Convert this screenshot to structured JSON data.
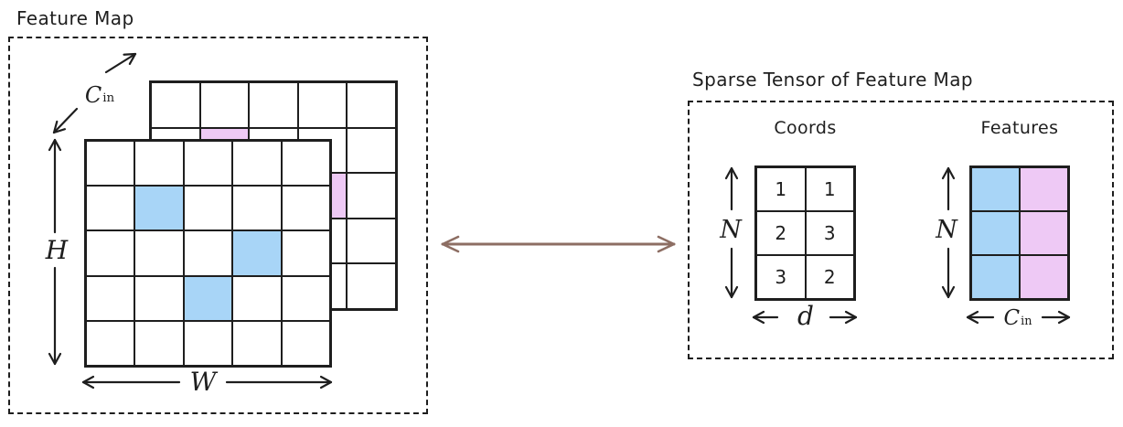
{
  "colors": {
    "ink": "#1e1e1e",
    "blue": "#a8d5f7",
    "pink": "#eec9f5",
    "connector": "#8d6e63"
  },
  "left_panel": {
    "title": "Feature Map",
    "channel_axis": {
      "base": "C",
      "sub": "in"
    },
    "height_axis": "H",
    "width_axis": "W",
    "back_grid": {
      "rows": 5,
      "cols": 5,
      "highlight_color": "pink",
      "highlight_cells": [
        [
          2,
          2
        ],
        [
          3,
          4
        ]
      ]
    },
    "front_grid": {
      "rows": 5,
      "cols": 5,
      "highlight_color": "blue",
      "highlight_cells": [
        [
          2,
          2
        ],
        [
          3,
          4
        ],
        [
          4,
          3
        ]
      ]
    }
  },
  "right_panel": {
    "title": "Sparse Tensor of Feature Map",
    "coords": {
      "title": "Coords",
      "rows": [
        [
          "1",
          "1"
        ],
        [
          "2",
          "3"
        ],
        [
          "3",
          "2"
        ]
      ],
      "row_axis": "N",
      "col_axis": "d"
    },
    "features": {
      "title": "Features",
      "grid": {
        "rows": 3,
        "cols": 2,
        "col_colors": [
          "blue",
          "pink"
        ]
      },
      "row_axis": "N",
      "col_axis": {
        "base": "C",
        "sub": "in"
      }
    }
  }
}
